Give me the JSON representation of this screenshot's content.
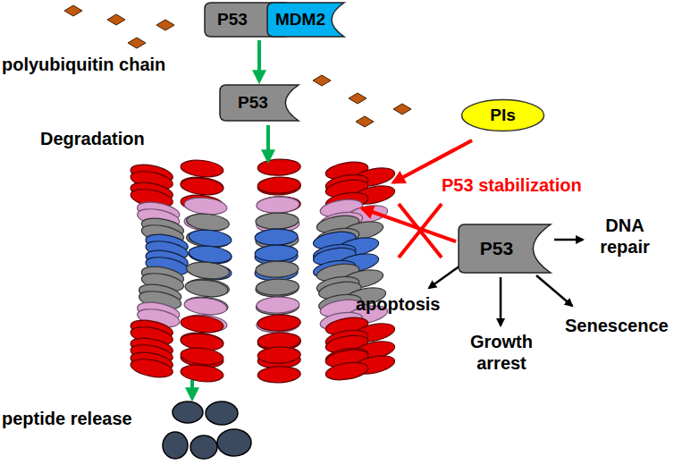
{
  "diagram": {
    "nodes": [
      {
        "text": [
          "P53"
        ]
      },
      {
        "text": [
          "MDM2"
        ]
      },
      {
        "text": [
          "P53"
        ]
      },
      {
        "text": [
          "PIs"
        ]
      },
      {
        "text": [
          "P53"
        ]
      }
    ],
    "edges": [
      {
        "from": 0,
        "to": 2,
        "arrow": "to"
      }
    ],
    "labels": [
      "polyubiquitin chain",
      "Degradation",
      "P53 stabilization",
      "DNA repair",
      "apoptosis",
      "Growth arrest",
      "Senescence",
      "peptide release"
    ]
  }
}
